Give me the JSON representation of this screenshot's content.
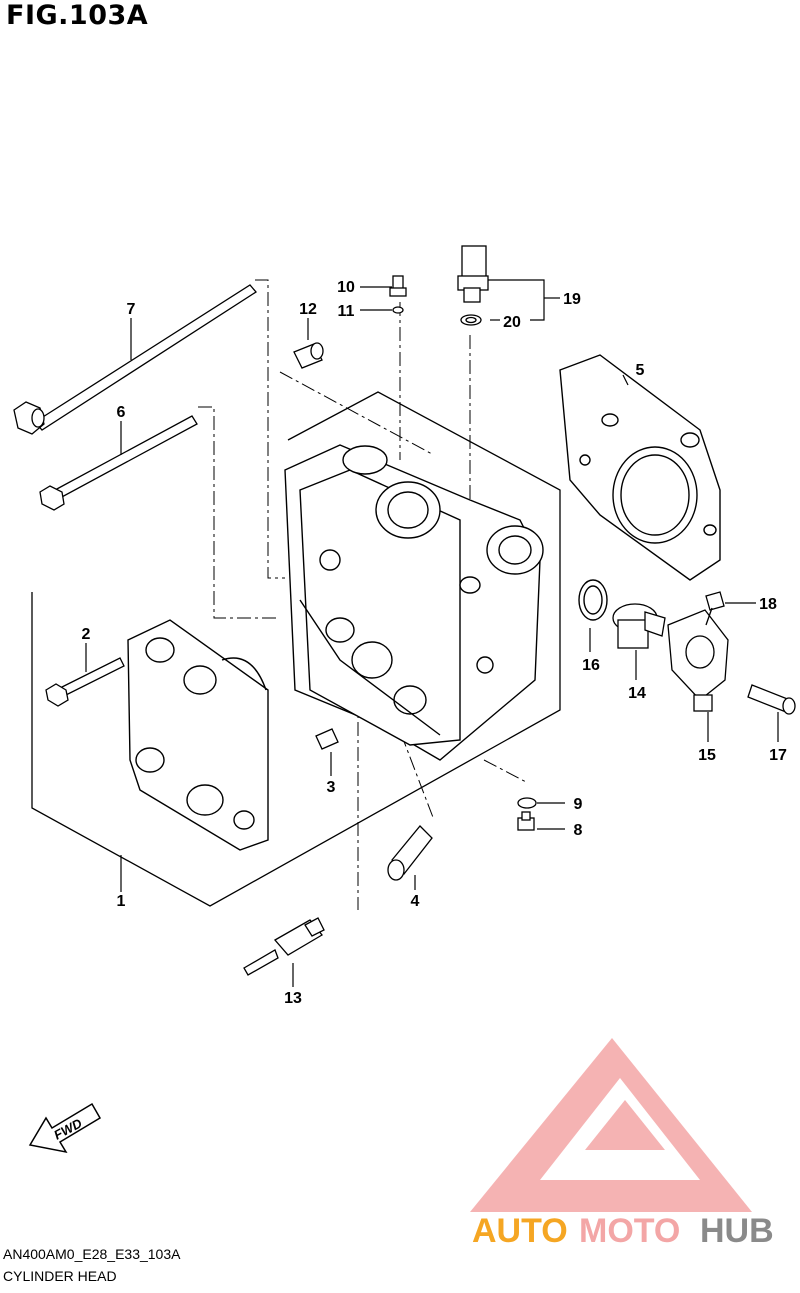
{
  "figure": {
    "title": "FIG.103A",
    "code": "AN400AM0_E28_E33_103A",
    "caption": "CYLINDER HEAD"
  },
  "callouts": {
    "c1": "1",
    "c2": "2",
    "c3": "3",
    "c4": "4",
    "c5": "5",
    "c6": "6",
    "c7": "7",
    "c8": "8",
    "c9": "9",
    "c10": "10",
    "c11": "11",
    "c12": "12",
    "c13": "13",
    "c14": "14",
    "c15": "15",
    "c16": "16",
    "c17": "17",
    "c18": "18",
    "c19": "19",
    "c20": "20"
  },
  "fwd_arrow": {
    "label": "FWD"
  },
  "watermark": {
    "word_part1": "AUTO",
    "word_part2": "MOTO",
    "word_part3": "HUB",
    "color_orange": "#f5a623",
    "color_pink": "#f3a6a6",
    "color_gray": "#8a8a8a"
  }
}
